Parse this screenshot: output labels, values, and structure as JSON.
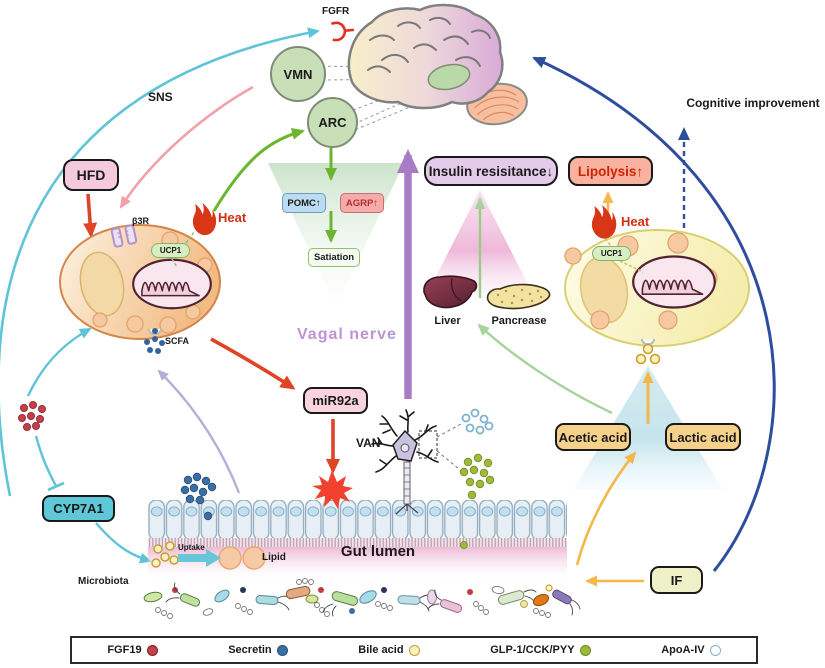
{
  "colors": {
    "cyan": "#5fc4d7",
    "pink_arc": "#f0a2aa",
    "green": "#6cb52f",
    "light_green": "#a5d49c",
    "red": "#e04427",
    "lavender": "#b5aed8",
    "purple": "#a87cc5",
    "dark_blue": "#2e4d9f",
    "yellow": "#f2b84b",
    "heat_red": "#d42e12",
    "vagal_purple": "#bd93d4"
  },
  "brain": {
    "fgfr": "FGFR",
    "vmn": "VMN",
    "arc": "ARC"
  },
  "left": {
    "sns": "SNS",
    "hfd": "HFD",
    "b3r": "β3R",
    "ucp1": "UCP1",
    "heat": "Heat",
    "scfa": "SCFA",
    "cyp7a1": "CYP7A1",
    "microbiota": "Microbiota"
  },
  "center": {
    "pomc": "POMC↑",
    "agrp": "AGRP↑",
    "satiation": "Satiation",
    "vagal_nerve": "Vagal nerve",
    "mir92a": "miR92a",
    "van": "VAN",
    "gut_lumen": "Gut lumen",
    "uptake": "Uptake",
    "lipid": "Lipid"
  },
  "right": {
    "insulin": "Insulin resisitance↓",
    "lipolysis": "Lipolysis↑",
    "liver": "Liver",
    "pancrease": "Pancrease",
    "heat": "Heat",
    "ucp1": "UCP1",
    "acetic": "Acetic acid",
    "lactic": "Lactic acid",
    "cognitive": "Cognitive improvement",
    "if_label": "IF"
  },
  "legend": {
    "items": [
      {
        "label": "FGF19",
        "color": "#c24048",
        "filled": true
      },
      {
        "label": "Secretin",
        "color": "#3a6ea5",
        "filled": true
      },
      {
        "label": "Bile acid",
        "color": "#c89c30",
        "filled": false
      },
      {
        "label": "GLP-1/CCK/PYY",
        "color": "#9ab83a",
        "filled": true
      },
      {
        "label": "ApoA-IV",
        "color": "#7fb2d0",
        "filled": false
      }
    ]
  }
}
